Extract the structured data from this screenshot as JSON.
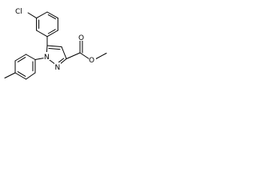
{
  "structure": {
    "atoms": {
      "chlorine": "Cl",
      "pyrazole_n1": "N",
      "pyrazole_n2": "N",
      "carbonyl_oxygen": "O",
      "ester_oxygen": "O"
    },
    "colors": {
      "bond": "#000000",
      "label": "#000000",
      "background": "#ffffff"
    }
  }
}
